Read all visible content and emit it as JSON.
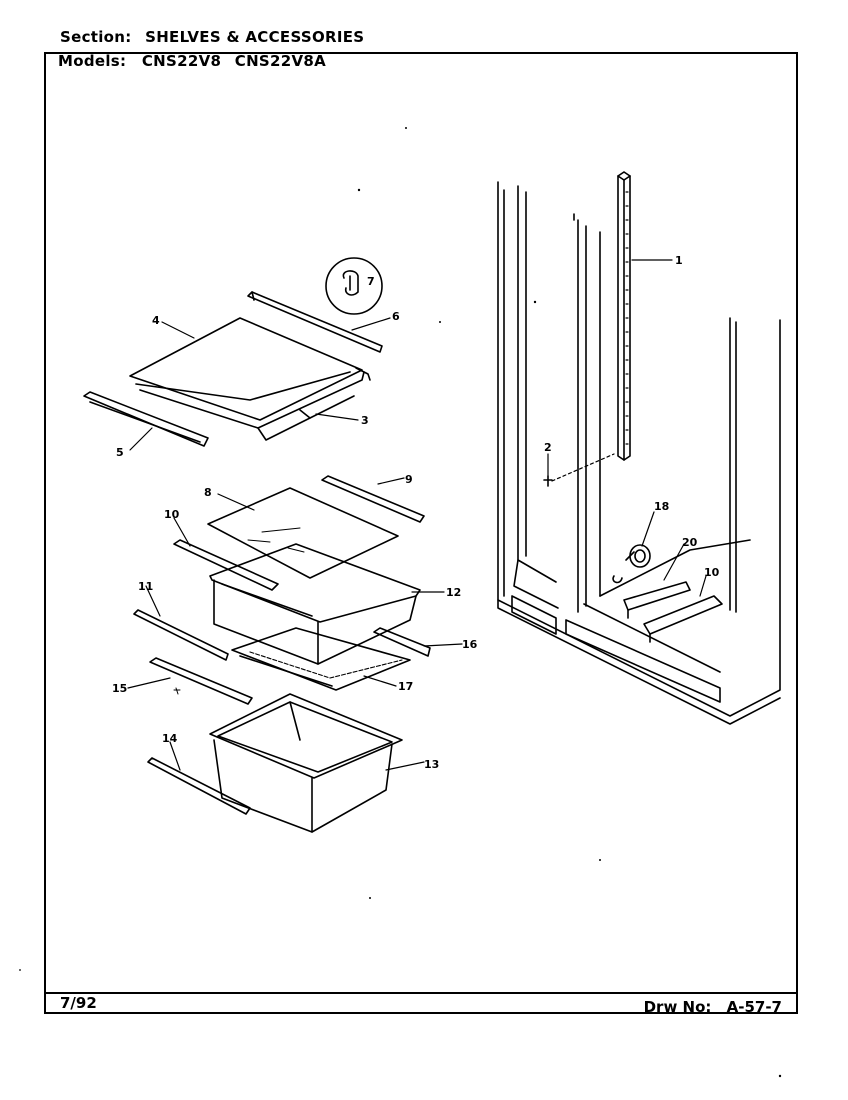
{
  "header": {
    "section_label": "Section:",
    "section_value": "SHELVES & ACCESSORIES",
    "models_label": "Models:",
    "models": [
      "CNS22V8",
      "CNS22V8A"
    ]
  },
  "footer": {
    "date": "7/92",
    "drawing_label": "Drw No:",
    "drawing_number": "A-57-7"
  },
  "callouts": [
    "1",
    "2",
    "3",
    "4",
    "5",
    "6",
    "7",
    "8",
    "9",
    "10",
    "11",
    "12",
    "13",
    "14",
    "15",
    "16",
    "17",
    "18",
    "20",
    "10"
  ]
}
